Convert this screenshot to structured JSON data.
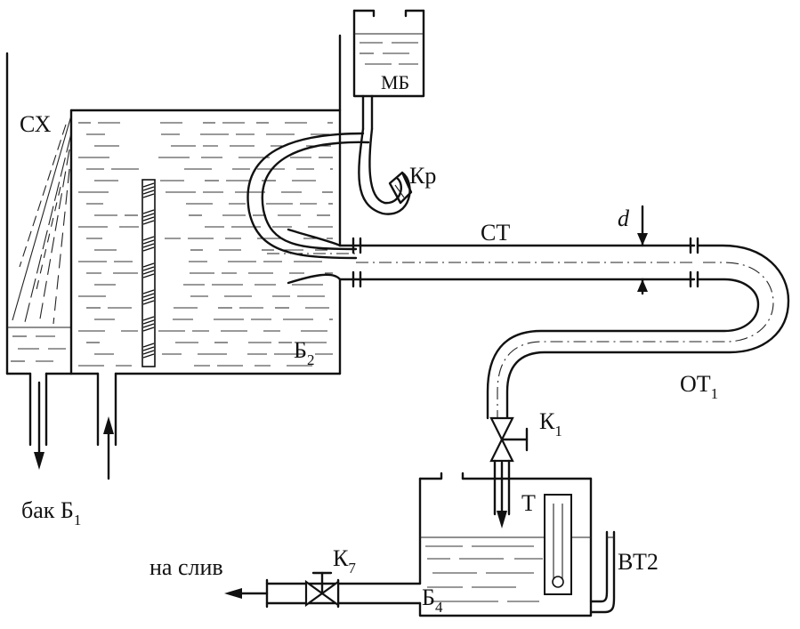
{
  "labels": {
    "sx": "СХ",
    "mb": "МБ",
    "kr": "Кр",
    "st": "СТ",
    "d": "d",
    "b2_main": "Б",
    "b2_sub": "2",
    "ot1_main": "ОТ",
    "ot1_sub": "1",
    "k1_main": "К",
    "k1_sub": "1",
    "bak_b1_main": "бак Б",
    "bak_b1_sub": "1",
    "t": "Т",
    "vt2": "ВТ2",
    "k7_main": "К",
    "k7_sub": "7",
    "na_sliv": "на слив",
    "b4_main": "Б",
    "b4_sub": "4"
  },
  "colors": {
    "ink": "#111111",
    "paper": "#ffffff"
  }
}
